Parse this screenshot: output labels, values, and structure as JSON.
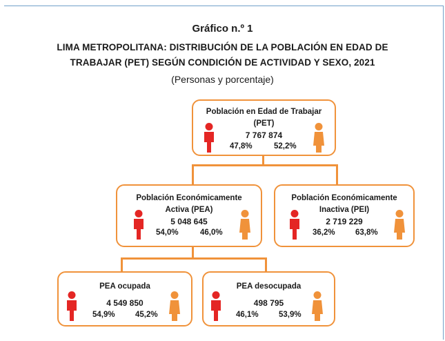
{
  "heading": {
    "number": "Gráfico n.º 1",
    "title_line1": "LIMA METROPOLITANA: DISTRIBUCIÓN DE LA POBLACIÓN EN EDAD DE",
    "title_line2": "TRABAJAR (PET) SEGÚN CONDICIÓN DE ACTIVIDAD Y SEXO, 2021",
    "subtitle": "(Personas y porcentaje)"
  },
  "colors": {
    "male": "#e42624",
    "female": "#f0923a",
    "border": "#f0923a",
    "frame": "#6f9fc8"
  },
  "icons": {
    "male": "man-icon",
    "female": "woman-icon"
  },
  "nodes": {
    "pet": {
      "title_line1": "Población en Edad de Trabajar",
      "title_line2": "(PET)",
      "total": "7 767 874",
      "male_pct": "47,8%",
      "female_pct": "52,2%"
    },
    "pea": {
      "title_line1": "Población Económicamente",
      "title_line2": "Activa (PEA)",
      "total": "5 048 645",
      "male_pct": "54,0%",
      "female_pct": "46,0%"
    },
    "pei": {
      "title_line1": "Población Económicamente",
      "title_line2": "Inactiva (PEI)",
      "total": "2 719 229",
      "male_pct": "36,2%",
      "female_pct": "63,8%"
    },
    "pea_ocupada": {
      "title": "PEA ocupada",
      "total": "4 549 850",
      "male_pct": "54,9%",
      "female_pct": "45,2%"
    },
    "pea_desocupada": {
      "title": "PEA desocupada",
      "total": "498 795",
      "male_pct": "46,1%",
      "female_pct": "53,9%"
    }
  }
}
